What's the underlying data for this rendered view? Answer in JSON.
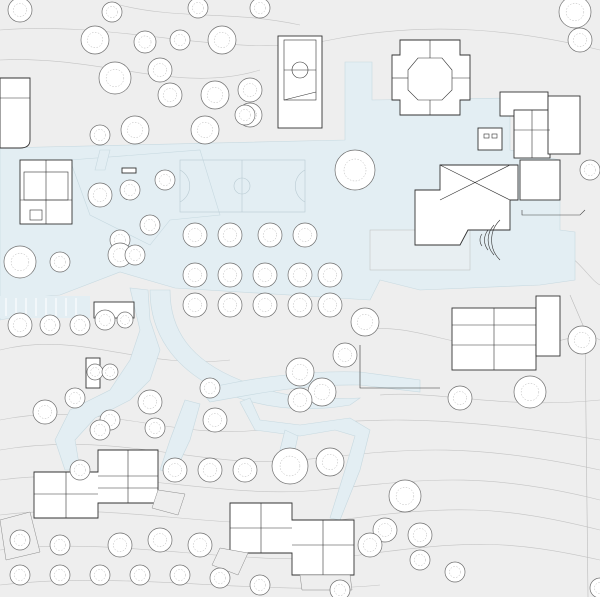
{
  "plan": {
    "colors": {
      "ground": "#eeeeee",
      "paths": "#e3eef3",
      "buildings": "#ffffff",
      "building_outline": "#333333",
      "trees": "#ffffff",
      "tree_outline": "#6e6e6e",
      "contours": "#c4c4c4"
    },
    "icons": [
      "tree-canopy-symbol",
      "building-footprint",
      "sports-court-marking",
      "parking-stripe"
    ]
  }
}
